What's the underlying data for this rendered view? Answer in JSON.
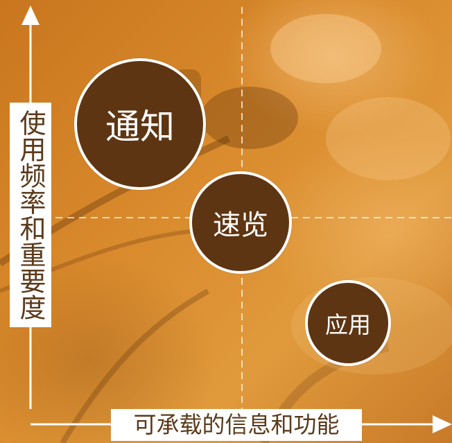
{
  "axes": {
    "y_label": "使用频率和重要度",
    "x_label": "可承载的信息和功能"
  },
  "quadrant_items": [
    {
      "label": "通知"
    },
    {
      "label": "速览"
    },
    {
      "label": "应用"
    }
  ],
  "colors": {
    "background": "#d98a2c",
    "circle_fill": "#5e3512",
    "circle_border": "#ffffff",
    "axis": "#ffffff",
    "label_text": "#5b3a1a"
  }
}
